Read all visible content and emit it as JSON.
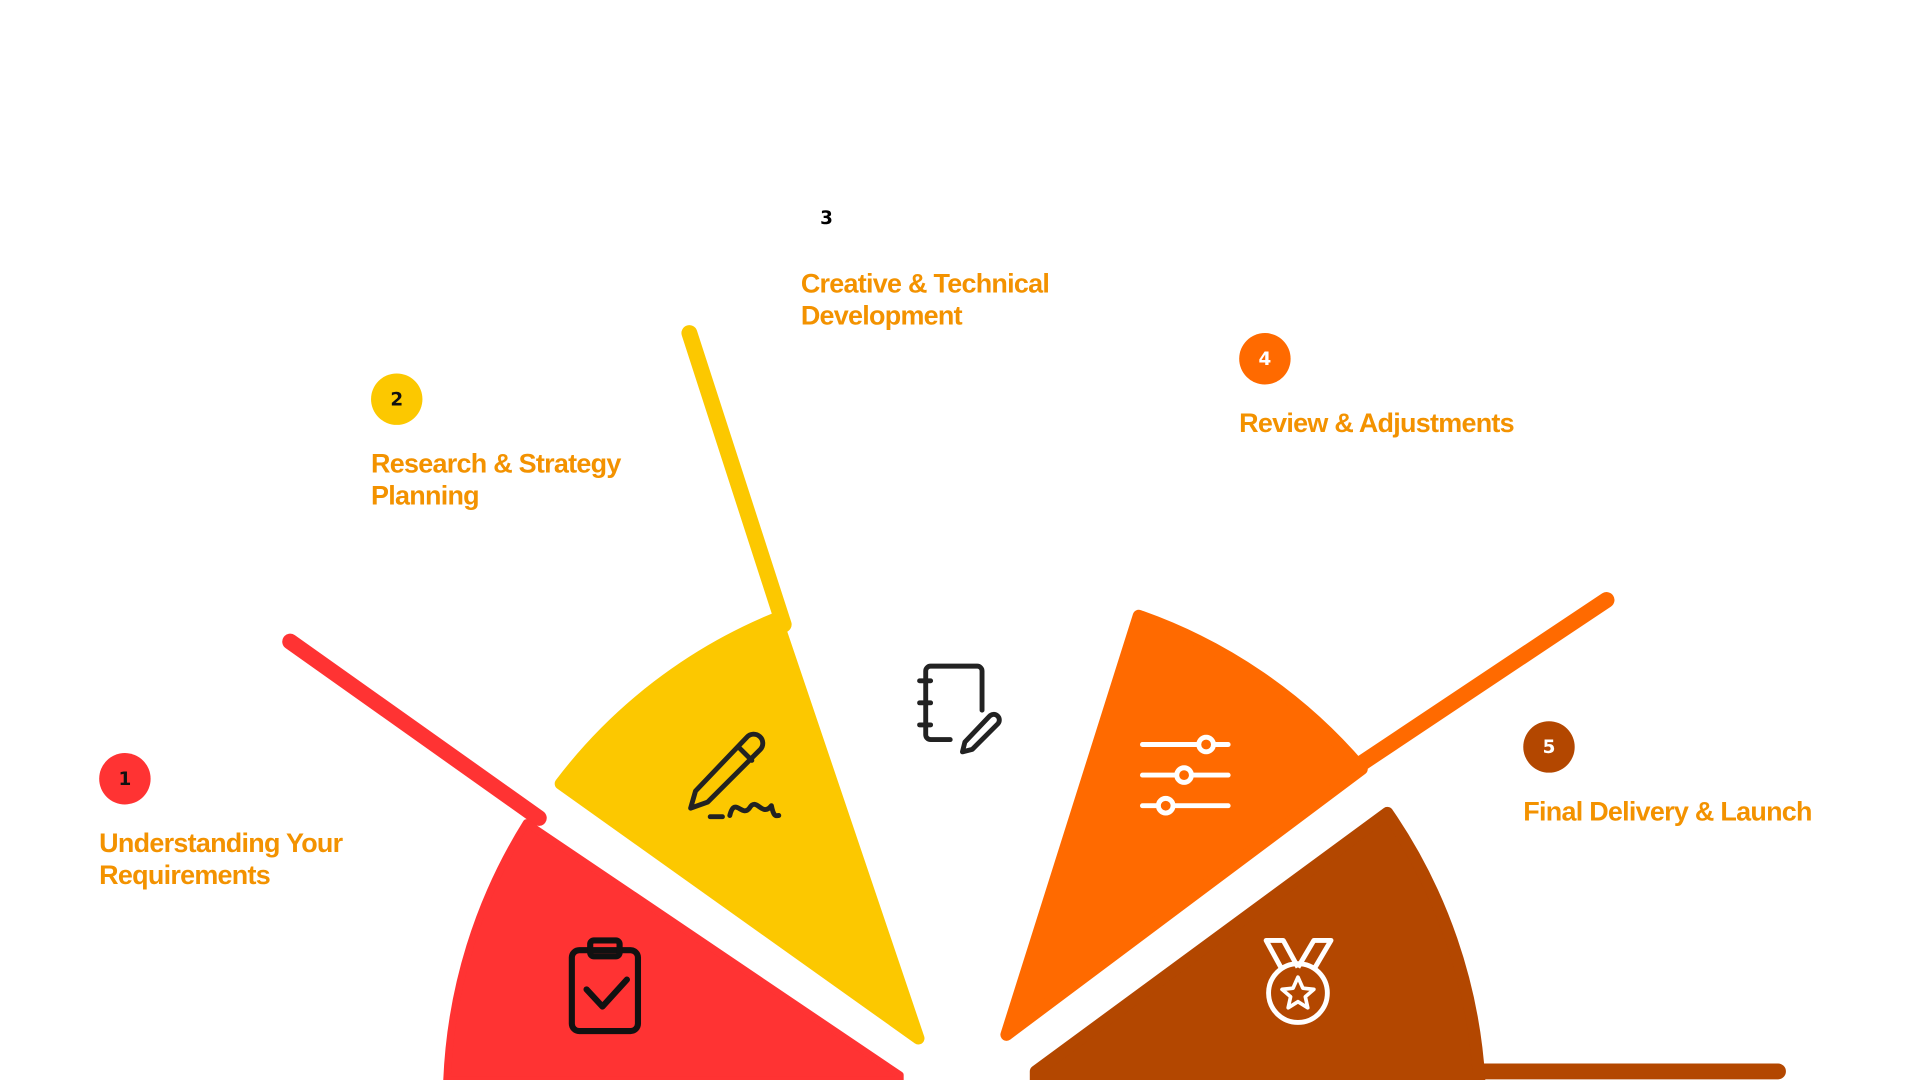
{
  "colors": {
    "step1": "#ff3333",
    "step2": "#fcc800",
    "step3": "#ffffff",
    "step4": "#ff6a00",
    "step5": "#b34700",
    "label": "#f39200"
  },
  "steps": [
    {
      "number": "1",
      "title": "Understanding Your Requirements",
      "icon": "clipboard-check-icon"
    },
    {
      "number": "2",
      "title": "Research & Strategy Planning",
      "icon": "pencil-signature-icon"
    },
    {
      "number": "3",
      "title": "Creative & Technical Development",
      "icon": "notebook-edit-icon"
    },
    {
      "number": "4",
      "title": "Review & Adjustments",
      "icon": "sliders-icon"
    },
    {
      "number": "5",
      "title": "Final Delivery & Launch",
      "icon": "medal-icon"
    }
  ]
}
